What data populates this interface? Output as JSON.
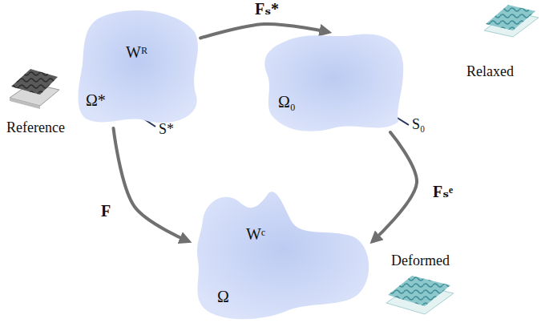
{
  "diagram": {
    "nodes": [
      {
        "text": [
          "Wᴿ",
          "Ω*"
        ]
      },
      {
        "text": [
          "Ω₀"
        ]
      },
      {
        "text": [
          "Wᶜ",
          "Ω"
        ]
      }
    ],
    "edges": [
      {
        "from": 0,
        "to": 1,
        "label": "Fₛ*",
        "arrow": "to"
      },
      {
        "from": 1,
        "to": 2,
        "label": "Fₛᵉ",
        "arrow": "to"
      },
      {
        "from": 0,
        "to": 2,
        "label": "F",
        "arrow": "to"
      }
    ],
    "labels": [
      "S*",
      "Reference",
      "Relaxed",
      "S₀",
      "Deformed"
    ]
  }
}
